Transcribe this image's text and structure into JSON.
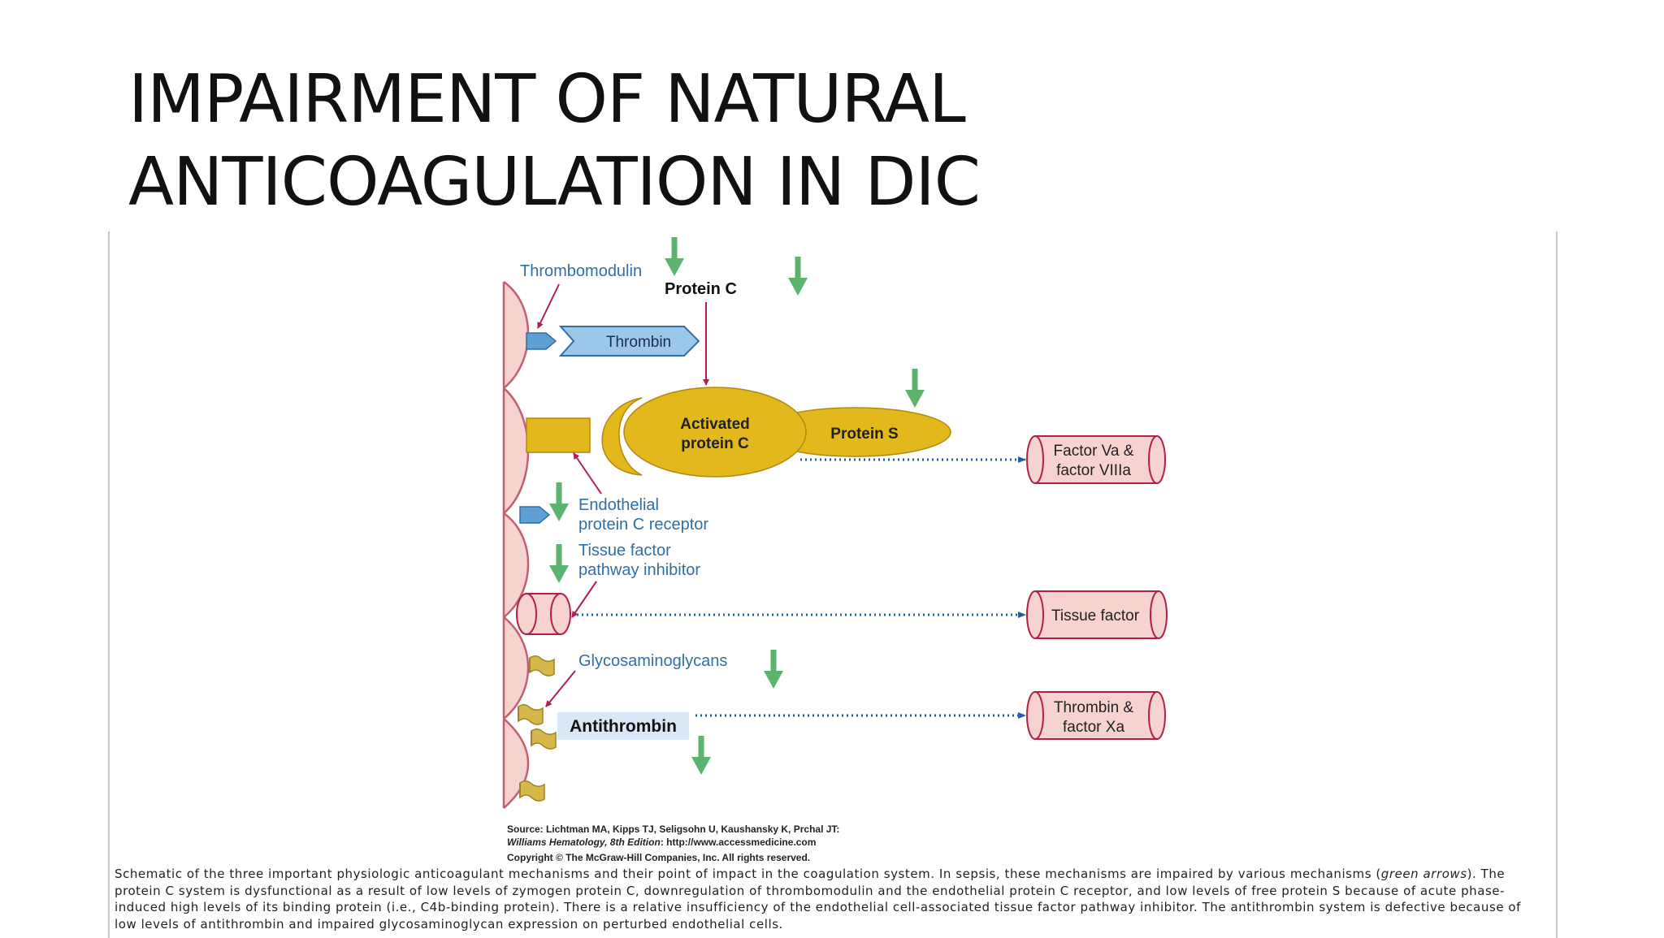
{
  "slide": {
    "title_line1": "IMPAIRMENT OF NATURAL",
    "title_line2": "ANTICOAGULATION IN DIC"
  },
  "diagram": {
    "labels": {
      "thrombomodulin": "Thrombomodulin",
      "protein_c": "Protein C",
      "thrombin": "Thrombin",
      "activated_protein_c_1": "Activated",
      "activated_protein_c_2": "protein C",
      "protein_s": "Protein S",
      "factor_va_1": "Factor Va &",
      "factor_va_2": "factor VIIIa",
      "epcr_1": "Endothelial",
      "epcr_2": "protein C receptor",
      "tfpi_1": "Tissue factor",
      "tfpi_2": "pathway inhibitor",
      "tissue_factor": "Tissue factor",
      "glycosaminoglycans": "Glycosaminoglycans",
      "antithrombin": "Antithrombin",
      "thrombin_xa_1": "Thrombin &",
      "thrombin_xa_2": "factor Xa"
    },
    "source": {
      "line1": "Source: Lichtman MA, Kipps TJ, Seligsohn U, Kaushansky K, Prchal JT:",
      "line2_italic": "Williams Hematology, 8th Edition",
      "line2_rest": ": http://www.accessmedicine.com",
      "line3": "Copyright © The McGraw-Hill Companies, Inc. All rights reserved."
    },
    "colors": {
      "label_blue": "#2f6fa8",
      "green_arrow": "#5bb36e",
      "crimson": "#b0204a",
      "gold": "#e2b81c",
      "light_blue": "#9cc7e8",
      "pink": "#f7d3cf",
      "dotted_blue": "#1f5fa8"
    }
  },
  "caption": {
    "text_a": "Schematic of the three important physiologic anticoagulant mechanisms and their point of impact in the coagulation system. In sepsis, these mechanisms are impaired by various mechanisms (",
    "text_em": "green arrows",
    "text_b": "). The protein C system is dysfunctional as a result of low levels of zymogen protein C, downregulation of thrombomodulin and the endothelial protein C receptor, and low levels of free protein S because of acute phase-induced high levels of its binding protein (i.e., C4b-binding protein). There is a relative insufficiency of the endothelial cell-associated tissue factor pathway inhibitor. The antithrombin system is defective because of low levels of antithrombin and impaired glycosaminoglycan expression on perturbed endothelial cells."
  }
}
